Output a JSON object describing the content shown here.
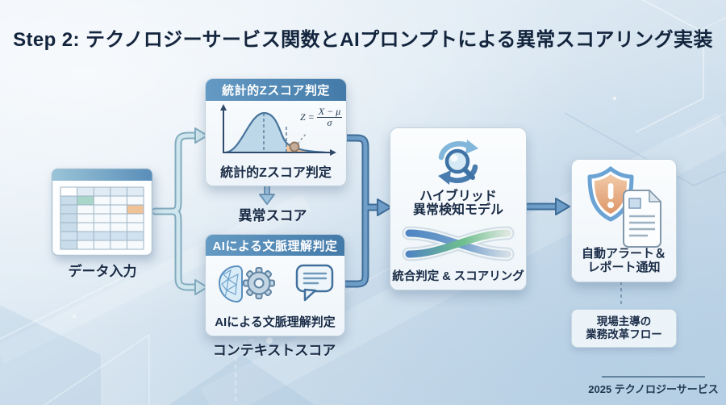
{
  "title": "Step 2: テクノロジーサービス関数とAIプロンプトによる異常スコアリング実装",
  "nodes": {
    "data_input": {
      "label": "データ入力"
    },
    "zscore_box": {
      "header": "統計的Zスコア判定",
      "caption": "統計的Zスコア判定",
      "formula_lhs": "Z =",
      "formula_numerator": "X − μ",
      "formula_denominator": "σ"
    },
    "anomaly_score": {
      "label": "異常スコア"
    },
    "ai_box": {
      "header": "AIによる文脈理解判定",
      "caption": "AIによる文脈理解判定"
    },
    "context_score": {
      "label": "コンテキストスコア"
    },
    "hybrid_box": {
      "title_line1": "ハイブリッド",
      "title_line2": "異常検知モデル",
      "caption": "統合判定 & スコアリング"
    },
    "alert_box": {
      "label_line1": "自動アラート＆",
      "label_line2": "レポート通知"
    },
    "field_flow": {
      "label_line1": "現場主導の",
      "label_line2": "業務改革フロー"
    }
  },
  "footer": {
    "credit": "2025 テクノロジーサービス"
  },
  "icons": [
    "table-icon",
    "bell-curve-chart",
    "brain-icon",
    "gear-icon",
    "speech-bubble-icon",
    "sync-search-icon",
    "interleave-flows-icon",
    "shield-alert-icon",
    "report-document-icon"
  ],
  "colors": {
    "header_blue": "#4d87b3",
    "steel_arrow": "#6f9fc9",
    "teal_connector": "#cfe6ee",
    "alert_orange": "#e5a173",
    "accent_green": "#6fbf8d",
    "accent_teal_cell": "#a9d6c9",
    "title_navy": "#13243d",
    "background_blue": "#cfdfec"
  }
}
